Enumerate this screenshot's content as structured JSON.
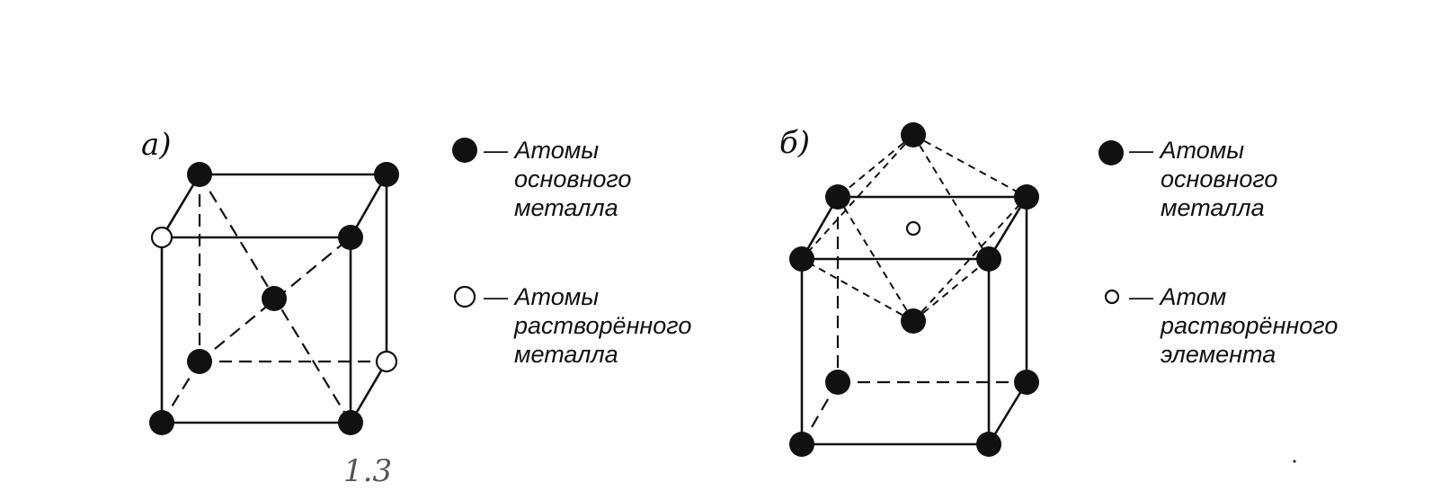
{
  "panel_a": {
    "label": "a)",
    "legend": [
      {
        "kind": "base",
        "lines": [
          "— Атомы",
          "основного",
          "металла"
        ]
      },
      {
        "kind": "solute",
        "lines": [
          "— Атомы",
          "растворённого",
          "металла"
        ]
      }
    ]
  },
  "panel_b": {
    "label": "б)",
    "legend": [
      {
        "kind": "base",
        "lines": [
          "— Атомы",
          "основного",
          "металла"
        ]
      },
      {
        "kind": "solute",
        "lines": [
          "— Атом",
          "растворённого",
          "элемента"
        ]
      }
    ]
  },
  "handwritten_mark": "1.3",
  "colors": {
    "ink": "#111111",
    "background": "#ffffff"
  }
}
